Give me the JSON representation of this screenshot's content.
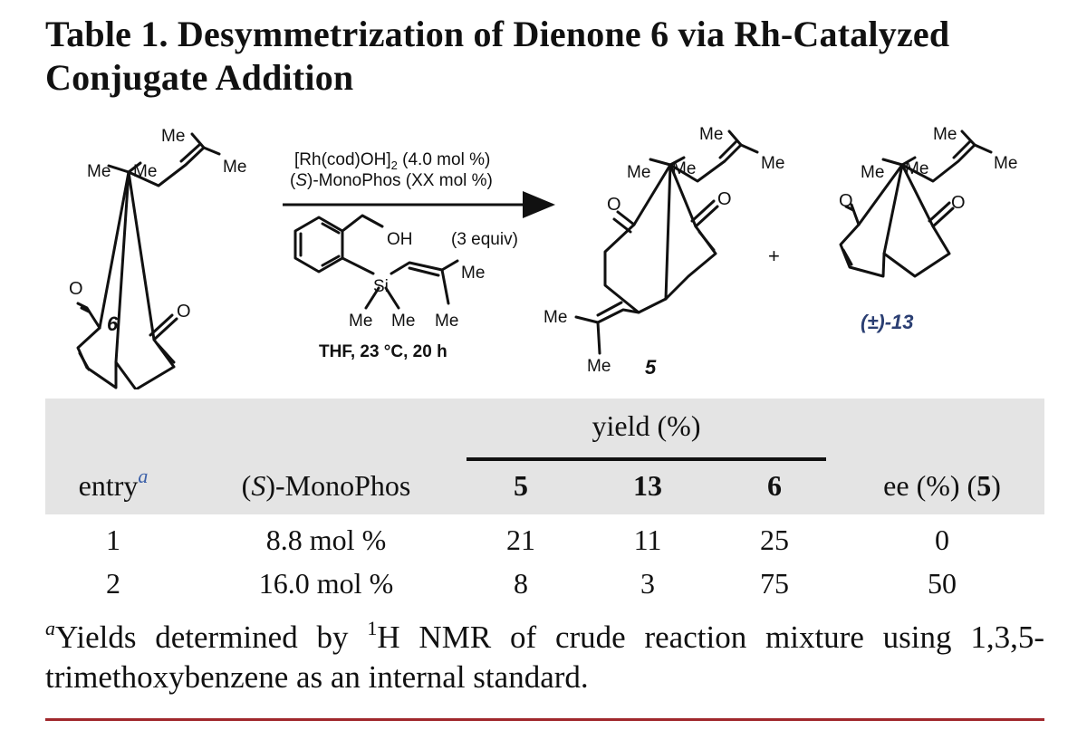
{
  "title": "Table 1. Desymmetrization of Dienone 6 via Rh-Catalyzed Conjugate Addition",
  "scheme": {
    "reactant_label": "6",
    "reagent_line1": "[Rh(cod)OH]",
    "reagent_line1_sub": "2",
    "reagent_line1_tail": " (4.0 mol %)",
    "reagent_line2_stereo": "S",
    "reagent_line2": "-MonoPhos (XX mol %)",
    "silane_oh": "OH",
    "silane_equiv": "(3 equiv)",
    "silane_si": "Si",
    "conditions": "THF, 23 °C, 20 h",
    "product_label": "5",
    "byproduct_label": "(±)-13",
    "plus": "+",
    "substituent_me": "Me"
  },
  "table": {
    "group_header": "yield (%)",
    "headers": {
      "entry": "entry",
      "entry_footnote": "a",
      "monophos_prefix": "(",
      "monophos_stereo": "S",
      "monophos_suffix": ")-MonoPhos",
      "y5": "5",
      "y13": "13",
      "y6": "6",
      "ee_prefix": "ee (%) (",
      "ee_cmpd": "5",
      "ee_suffix": ")"
    },
    "rows": [
      {
        "entry": "1",
        "monophos": "8.8 mol %",
        "y5": "21",
        "y13": "11",
        "y6": "25",
        "ee": "0"
      },
      {
        "entry": "2",
        "monophos": "16.0 mol %",
        "y5": "8",
        "y13": "3",
        "y6": "75",
        "ee": "50"
      }
    ]
  },
  "footnote": {
    "mark": "a",
    "text1": "Yields determined by ",
    "isotope": "1",
    "text2": "H NMR of crude reaction mixture using 1,3,5-trimethoxybenzene as an internal standard."
  },
  "colors": {
    "table_band": "#e4e4e4",
    "footnote_mark": "#3a5fa8",
    "bottom_rule": "#a0282c",
    "byproduct_label": "#2b3f73"
  }
}
